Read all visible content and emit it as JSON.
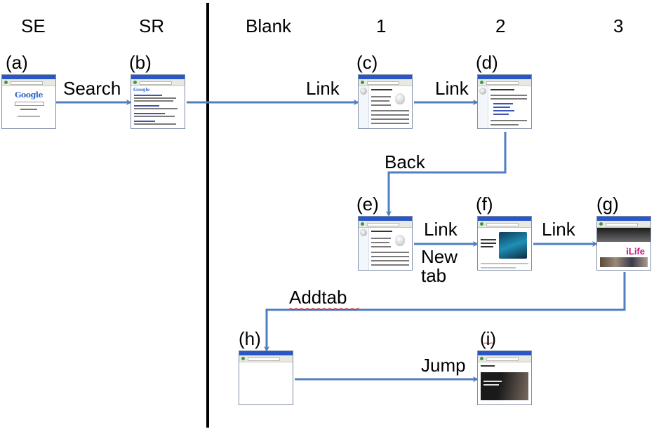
{
  "columns": {
    "se": "SE",
    "sr": "SR",
    "blank": "Blank",
    "c1": "1",
    "c2": "2",
    "c3": "3"
  },
  "nodes": {
    "a": "(a)",
    "b": "(b)",
    "c": "(c)",
    "d": "(d)",
    "e": "(e)",
    "f": "(f)",
    "g": "(g)",
    "h": "(h)",
    "i": "(i)"
  },
  "edges": {
    "search": "Search",
    "link_c": "Link",
    "link_d": "Link",
    "back": "Back",
    "link_f": "Link",
    "new_tab_1": "New",
    "new_tab_2": "tab",
    "link_g": "Link",
    "addtab": "Addtab",
    "jump": "Jump"
  },
  "thumb_text": {
    "google": "Google",
    "ilife": "iLife"
  },
  "colors": {
    "arrow": "#4f7fc0",
    "divider": "#000000",
    "spellcheck": "#e02020"
  }
}
